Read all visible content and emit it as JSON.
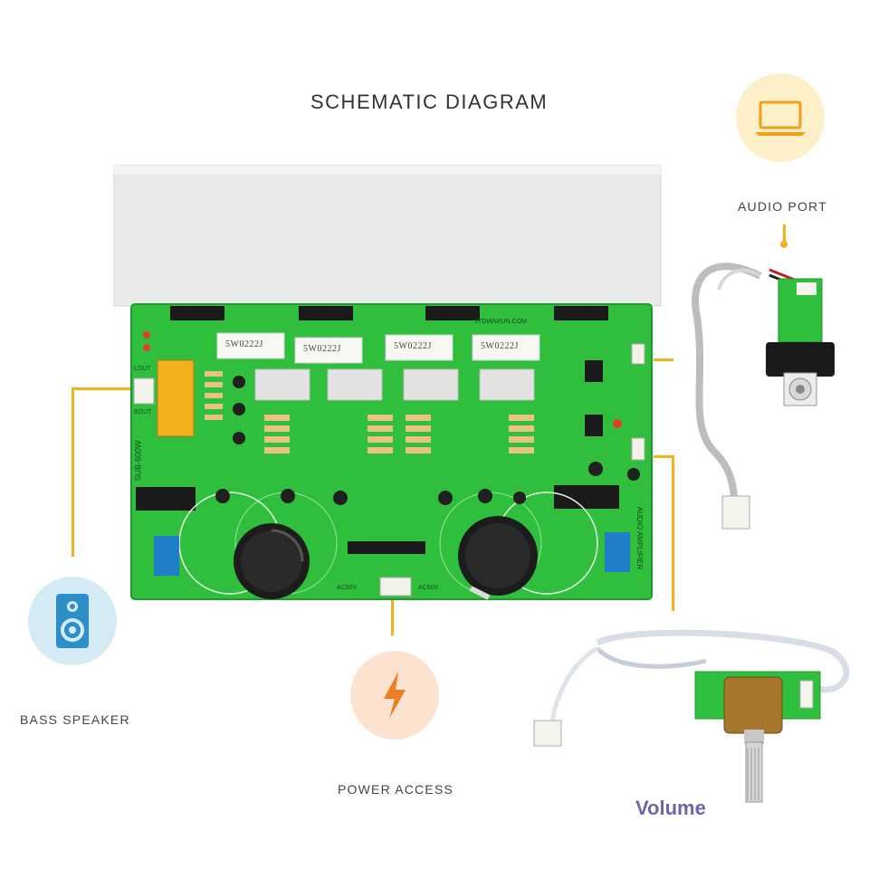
{
  "header": {
    "title": "SCHEMATIC DIAGRAM"
  },
  "callouts": {
    "audio_port": "AUDIO PORT",
    "bass_speaker": "BASS SPEAKER",
    "power_access": "POWER ACCESS",
    "volume": "Volume"
  },
  "board": {
    "resistor_marks": [
      "5W0222J",
      "5W0222J",
      "5W0222J",
      "5W0222J"
    ],
    "silkscreen": {
      "brand": "JYDIANXUN.COM",
      "model": "SUB-600W",
      "connector_left": "BOUT",
      "connector_left_top": "LOUT",
      "power_left": "AC60V",
      "power_right": "AC60V",
      "side": "AUDIO AMPLIFIER"
    }
  },
  "colors": {
    "accent": "#f2b31a",
    "pcb": "#2fbf3c",
    "heatsink": "#e9e9e9",
    "volume_text": "#6a67b0",
    "icon_yellow_bg": "#fdf0c8",
    "icon_orange_bg": "#fde3cf",
    "icon_blue_bg": "#d4ebf6"
  },
  "icons": {
    "audio_port": "laptop-icon",
    "bass_speaker": "speaker-icon",
    "power_access": "lightning-icon"
  }
}
